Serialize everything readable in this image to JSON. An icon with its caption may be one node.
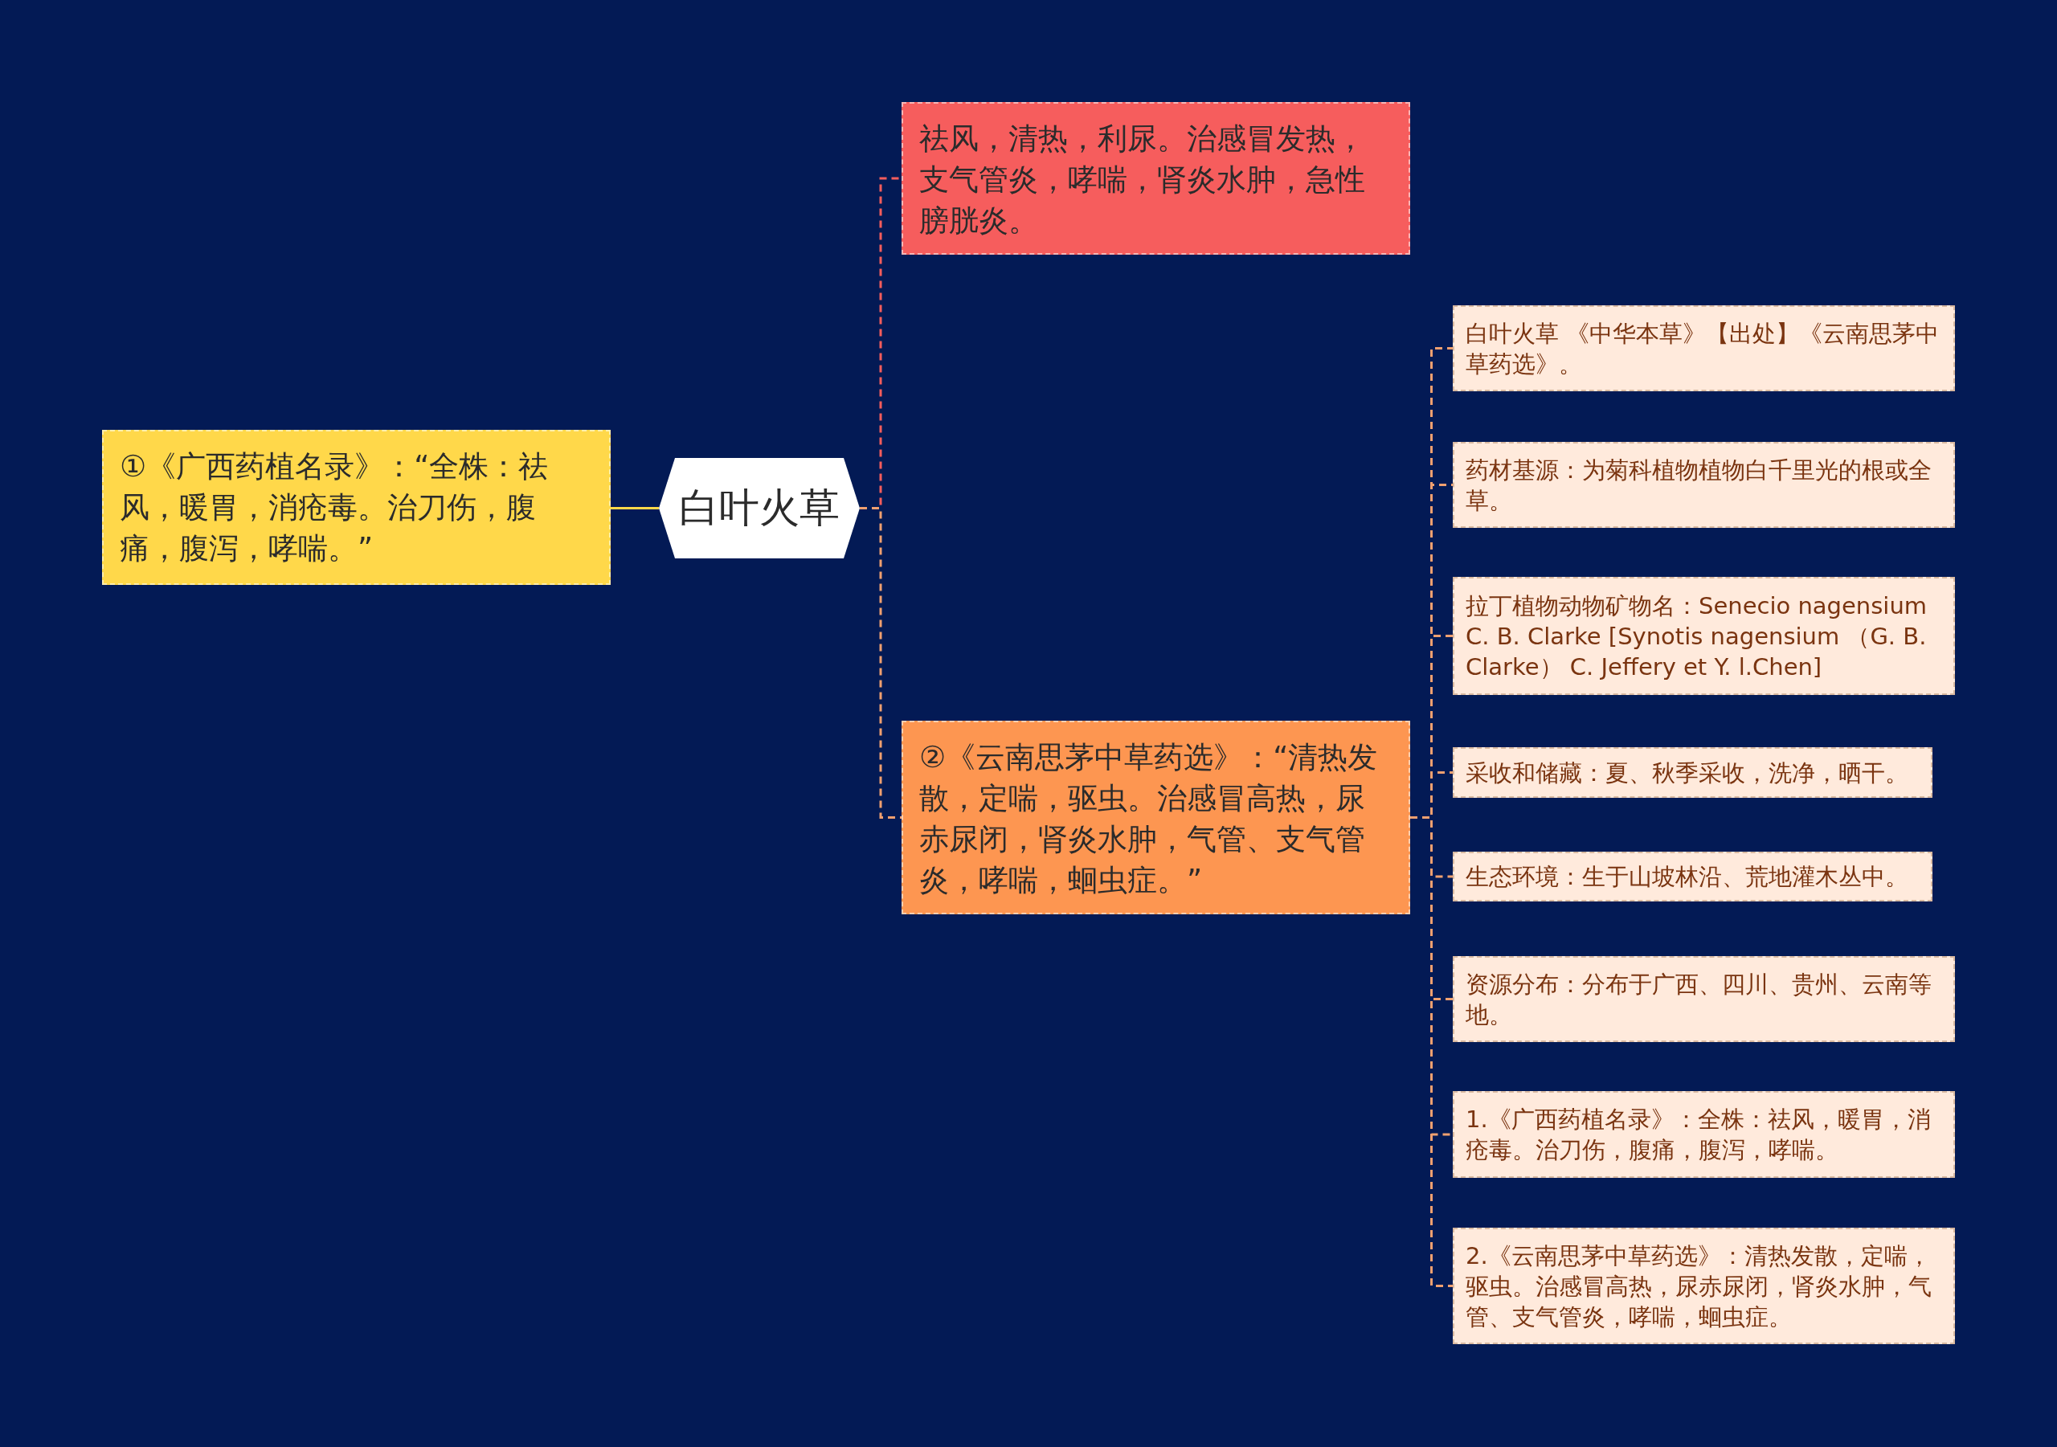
{
  "diagram": {
    "nodes": [
      {
        "text": [
          "白叶火草"
        ]
      },
      {
        "text": [
          "①《广西药植名录》：“全株：祛风，暖胃，消疮毒。治刀伤，腹痛，腹泻，哮喘。”"
        ]
      },
      {
        "text": [
          "祛风，清热，利尿。治感冒发热，支气管炎，哮喘，肾炎水肿，急性膀胱炎。"
        ]
      },
      {
        "text": [
          "②《云南思茅中草药选》：“清热发散，定喘，驱虫。治感冒高热，尿赤尿闭，肾炎水肿，气管、支气管炎，哮喘，蛔虫症。”"
        ]
      },
      {
        "text": [
          "白叶火草 《中华本草》【出处】《云南思茅中草药选》。"
        ]
      },
      {
        "text": [
          "药材基源：为菊科植物植物白千里光的根或全草。"
        ]
      },
      {
        "text": [
          "拉丁植物动物矿物名：Senecio nagensium C. B. Clarke [Synotis nagensium （G. B. Clarke） C. Jeffery et Y. l.Chen]"
        ]
      },
      {
        "text": [
          "采收和储藏：夏、秋季采收，洗净，晒干。"
        ]
      },
      {
        "text": [
          "生态环境：生于山坡林沿、荒地灌木丛中。"
        ]
      },
      {
        "text": [
          "资源分布：分布于广西、四川、贵州、云南等地。"
        ]
      },
      {
        "text": [
          "1.《广西药植名录》：全株：祛风，暖胃，消疮毒。治刀伤，腹痛，腹泻，哮喘。"
        ]
      },
      {
        "text": [
          "2.《云南思茅中草药选》：清热发散，定喘，驱虫。治感冒高热，尿赤尿闭，肾炎水肿，气管、支气管炎，哮喘，蛔虫症。"
        ]
      }
    ],
    "edges": [
      {
        "from": 0,
        "to": 1,
        "arrow": "none",
        "color": "#ffd84a"
      },
      {
        "from": 0,
        "to": 2,
        "arrow": "none",
        "style": "dashed",
        "color": "#f65d5d"
      },
      {
        "from": 0,
        "to": 3,
        "arrow": "none",
        "style": "dashed"
      },
      {
        "from": 3,
        "to": 4,
        "arrow": "none",
        "style": "dashed"
      },
      {
        "from": 3,
        "to": 5,
        "arrow": "none",
        "style": "dashed"
      },
      {
        "from": 3,
        "to": 6,
        "arrow": "none",
        "style": "dashed"
      },
      {
        "from": 3,
        "to": 7,
        "arrow": "none",
        "style": "dashed"
      },
      {
        "from": 3,
        "to": 8,
        "arrow": "none",
        "style": "dashed"
      },
      {
        "from": 3,
        "to": 9,
        "arrow": "none",
        "style": "dashed"
      },
      {
        "from": 3,
        "to": 10,
        "arrow": "none",
        "style": "dashed"
      },
      {
        "from": 3,
        "to": 11,
        "arrow": "none",
        "style": "dashed"
      }
    ]
  }
}
